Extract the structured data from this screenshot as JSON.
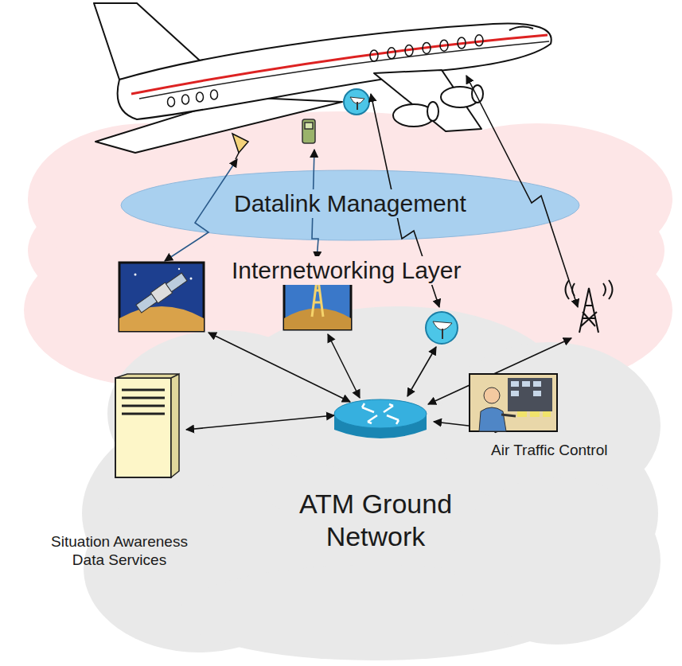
{
  "diagram": {
    "nodes": [
      {
        "text": [
          "Internetworking Layer"
        ]
      },
      {
        "text": [
          "Datalink Management"
        ],
        "in": 0
      },
      {
        "text": [
          "ATM Ground Network"
        ]
      },
      {
        "text": [
          "Situation Awareness Data Services"
        ],
        "in": 2
      },
      {
        "text": [
          "Air Traffic Control"
        ],
        "in": 2
      }
    ]
  }
}
